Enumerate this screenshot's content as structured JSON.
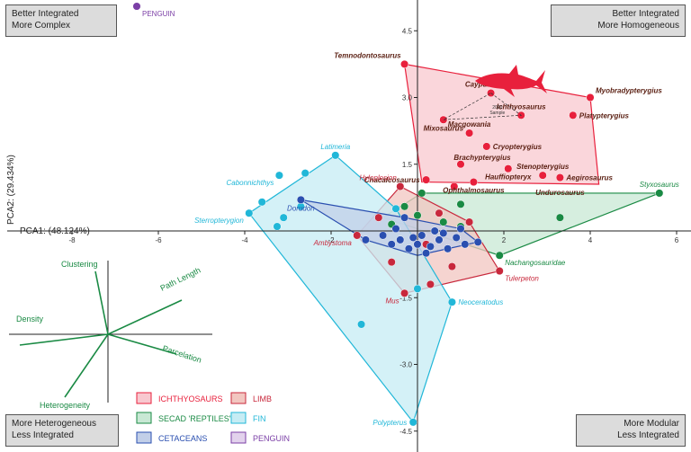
{
  "corners": {
    "top_left": [
      "Better Integrated",
      "More Complex"
    ],
    "top_right": [
      "Better Integrated",
      "More Homogeneous"
    ],
    "bottom_left": [
      "More Heterogeneous",
      "Less Integrated"
    ],
    "bottom_right": [
      "More Modular",
      "Less Integrated"
    ]
  },
  "chart_data": {
    "type": "scatter",
    "xlabel": "PCA1: (48.124%)",
    "ylabel": "PCA2: (29.434%)",
    "xlim": [
      -9.5,
      6.5
    ],
    "ylim": [
      -5.0,
      5.3
    ],
    "x_ticks": [
      -8,
      -6,
      -4,
      -2,
      2,
      4,
      6
    ],
    "x_tick_labels": [
      "-8",
      "-6",
      "-4",
      "-2",
      "2",
      "4",
      "6"
    ],
    "y_ticks": [
      4.5,
      3.0,
      1.5,
      -1.5,
      -3.0,
      -4.5
    ],
    "y_tick_labels": [
      "4.5",
      "3.0",
      "1.5",
      "-1.5",
      "-3.0",
      "-4.5"
    ],
    "series": [
      {
        "name": "ICHTHYOSAURS",
        "color": "#e8203c",
        "fill": "#f8c8cf",
        "hull": [
          [
            -0.3,
            3.75
          ],
          [
            4.0,
            3.0
          ],
          [
            4.2,
            1.05
          ],
          [
            0.1,
            1.1
          ]
        ],
        "points": [
          [
            -0.3,
            3.75
          ],
          [
            4.0,
            3.0
          ],
          [
            3.6,
            2.6
          ],
          [
            1.7,
            3.1
          ],
          [
            2.4,
            2.6
          ],
          [
            0.6,
            2.5
          ],
          [
            1.2,
            2.2
          ],
          [
            1.6,
            1.9
          ],
          [
            1.0,
            1.5
          ],
          [
            2.1,
            1.4
          ],
          [
            2.9,
            1.25
          ],
          [
            3.3,
            1.2
          ],
          [
            1.3,
            1.1
          ],
          [
            0.2,
            1.15
          ],
          [
            0.85,
            1.0
          ]
        ],
        "labels": [
          {
            "at": [
              -0.3,
              3.75
            ],
            "text": "Temnodontosaurus",
            "pos": "left-up"
          },
          {
            "at": [
              4.0,
              3.0
            ],
            "text": "Myobradypterygius",
            "pos": "right-up"
          },
          {
            "at": [
              3.6,
              2.6
            ],
            "text": "Platypterygius",
            "pos": "right"
          },
          {
            "at": [
              1.7,
              3.1
            ],
            "text": "Caypullisaurus",
            "pos": "top"
          },
          {
            "at": [
              2.4,
              2.6
            ],
            "text": "Ichthyosaurus",
            "pos": "top"
          },
          {
            "at": [
              0.6,
              2.5
            ],
            "text": "Mixosaurus",
            "pos": "below"
          },
          {
            "at": [
              1.2,
              2.2
            ],
            "text": "Macgowania",
            "pos": "top"
          },
          {
            "at": [
              1.6,
              1.9
            ],
            "text": "Cryopterygius",
            "pos": "right"
          },
          {
            "at": [
              1.5,
              1.6
            ],
            "text": "Brachypterygius",
            "pos": "text"
          },
          {
            "at": [
              2.9,
              1.25
            ],
            "text": "Stenopterygius",
            "pos": "top"
          },
          {
            "at": [
              3.3,
              1.2
            ],
            "text": "Aegirosaurus",
            "pos": "right"
          },
          {
            "at": [
              2.1,
              1.4
            ],
            "text": "Hauffiopteryx",
            "pos": "below"
          },
          {
            "at": [
              3.3,
              1.05
            ],
            "text": "Undurosaurus",
            "pos": "below"
          },
          {
            "at": [
              0.2,
              1.15
            ],
            "text": "Chacalcosaurus",
            "pos": "left"
          },
          {
            "at": [
              1.3,
              1.1
            ],
            "text": "Ophthalmosaurus",
            "pos": "below"
          }
        ]
      },
      {
        "name": "SECAD 'REPTILES'",
        "color": "#1a8a44",
        "fill": "#c8e8d4",
        "hull": [
          [
            -0.8,
            0.3
          ],
          [
            0.1,
            0.85
          ],
          [
            5.6,
            0.85
          ],
          [
            1.9,
            -0.55
          ]
        ],
        "points": [
          [
            5.6,
            0.85
          ],
          [
            0.1,
            0.85
          ],
          [
            1.9,
            -0.55
          ],
          [
            3.3,
            0.3
          ],
          [
            1.0,
            0.6
          ],
          [
            0.0,
            0.35
          ],
          [
            -0.6,
            0.15
          ],
          [
            0.6,
            0.2
          ],
          [
            1.0,
            0.1
          ],
          [
            -0.3,
            0.55
          ]
        ],
        "labels": [
          {
            "at": [
              5.6,
              0.85
            ],
            "text": "Styxosaurus",
            "pos": "top"
          },
          {
            "at": [
              1.9,
              -0.55
            ],
            "text": "Nachangosauridae",
            "pos": "right-down"
          }
        ]
      },
      {
        "name": "LIMB",
        "color": "#c8283c",
        "fill": "#f2c6c0",
        "hull": [
          [
            -0.4,
            1.0
          ],
          [
            -1.4,
            -0.1
          ],
          [
            -0.3,
            -1.4
          ],
          [
            1.9,
            -0.9
          ],
          [
            1.2,
            0.2
          ]
        ],
        "points": [
          [
            -0.4,
            1.0
          ],
          [
            -1.4,
            -0.1
          ],
          [
            -0.3,
            -1.4
          ],
          [
            1.9,
            -0.9
          ],
          [
            0.2,
            -0.3
          ],
          [
            -0.6,
            -0.7
          ],
          [
            0.8,
            -0.8
          ],
          [
            0.3,
            -1.2
          ],
          [
            1.2,
            0.2
          ],
          [
            0.5,
            0.4
          ],
          [
            -0.9,
            0.3
          ]
        ],
        "labels": [
          {
            "at": [
              -0.4,
              1.0
            ],
            "text": "Hyloplesion",
            "pos": "left-up"
          },
          {
            "at": [
              -1.4,
              -0.1
            ],
            "text": "Ambystoma",
            "pos": "left-down"
          },
          {
            "at": [
              -0.3,
              -1.4
            ],
            "text": "Mus",
            "pos": "left-down"
          },
          {
            "at": [
              1.9,
              -0.9
            ],
            "text": "Tulerpeton",
            "pos": "right-down"
          }
        ]
      },
      {
        "name": "FIN",
        "color": "#21b7d8",
        "fill": "#c6ecf4",
        "hull": [
          [
            -1.9,
            1.7
          ],
          [
            -3.9,
            0.4
          ],
          [
            -0.1,
            -4.3
          ],
          [
            0.8,
            -1.6
          ],
          [
            -0.5,
            0.5
          ]
        ],
        "points": [
          [
            -1.9,
            1.7
          ],
          [
            -3.2,
            1.25
          ],
          [
            -2.6,
            1.3
          ],
          [
            -3.6,
            0.65
          ],
          [
            -3.9,
            0.4
          ],
          [
            -3.1,
            0.3
          ],
          [
            -2.7,
            0.55
          ],
          [
            -3.25,
            0.1
          ],
          [
            -0.1,
            -4.3
          ],
          [
            0.8,
            -1.6
          ],
          [
            0.0,
            -1.3
          ],
          [
            -1.3,
            -2.1
          ],
          [
            -0.5,
            0.5
          ]
        ],
        "labels": [
          {
            "at": [
              -1.9,
              1.7
            ],
            "text": "Latimeria",
            "pos": "top"
          },
          {
            "at": [
              -3.2,
              1.25
            ],
            "text": "Cabonnichthys",
            "pos": "left-down"
          },
          {
            "at": [
              -3.9,
              0.4
            ],
            "text": "Sterropterygion",
            "pos": "left-down"
          },
          {
            "at": [
              0.8,
              -1.6
            ],
            "text": "Neoceratodus",
            "pos": "right"
          },
          {
            "at": [
              -0.1,
              -4.3
            ],
            "text": "Polypterus",
            "pos": "left"
          }
        ]
      },
      {
        "name": "CETACEANS",
        "color": "#2a4fb0",
        "fill": "#c2cfe8",
        "hull": [
          [
            -2.7,
            0.7
          ],
          [
            -1.2,
            -0.2
          ],
          [
            0.0,
            -0.55
          ],
          [
            1.4,
            -0.25
          ],
          [
            1.0,
            0.05
          ],
          [
            -0.3,
            0.3
          ]
        ],
        "points": [
          [
            -2.7,
            0.7
          ],
          [
            -1.2,
            -0.2
          ],
          [
            -0.8,
            -0.1
          ],
          [
            -0.6,
            -0.3
          ],
          [
            -0.4,
            -0.2
          ],
          [
            -0.2,
            -0.4
          ],
          [
            0.0,
            -0.3
          ],
          [
            0.1,
            -0.1
          ],
          [
            0.3,
            -0.35
          ],
          [
            0.5,
            -0.2
          ],
          [
            0.7,
            -0.4
          ],
          [
            0.9,
            -0.15
          ],
          [
            1.1,
            -0.3
          ],
          [
            1.4,
            -0.25
          ],
          [
            0.2,
            -0.5
          ],
          [
            -0.1,
            -0.15
          ],
          [
            0.6,
            -0.05
          ],
          [
            -0.5,
            0.05
          ],
          [
            1.0,
            0.05
          ],
          [
            -0.3,
            0.3
          ],
          [
            0.4,
            0.0
          ]
        ],
        "labels": [
          {
            "at": [
              -2.7,
              0.7
            ],
            "text": "Dorudon",
            "pos": "below"
          }
        ]
      },
      {
        "name": "PENGUIN",
        "color": "#7b3fa6",
        "fill": "#e2d2ec",
        "hull": [],
        "points": [
          [
            -6.5,
            5.05
          ]
        ],
        "labels": [
          {
            "at": [
              -6.5,
              5.05
            ],
            "text": "PENGUIN",
            "pos": "right-down"
          }
        ]
      }
    ],
    "annotations": [
      {
        "text": "2020",
        "at": [
          1.85,
          2.75
        ]
      },
      {
        "text": "Sample",
        "at": [
          1.85,
          2.63
        ]
      }
    ],
    "loadings": [
      {
        "name": "Clustering",
        "dx": -14,
        "dy": -70
      },
      {
        "name": "Density",
        "dx": -98,
        "dy": 12
      },
      {
        "name": "Path Length",
        "dx": 82,
        "dy": -38
      },
      {
        "name": "Parcelation",
        "dx": 76,
        "dy": 22
      },
      {
        "name": "Heterogeneity",
        "dx": -48,
        "dy": 70
      }
    ],
    "legend": [
      {
        "label": "ICHTHYOSAURS",
        "color": "#e8203c",
        "fill": "#f8c8cf"
      },
      {
        "label": "LIMB",
        "color": "#c8283c",
        "fill": "#f2c6c0"
      },
      {
        "label": "SECAD 'REPTILES'",
        "color": "#1a8a44",
        "fill": "#c8e8d4"
      },
      {
        "label": "FIN",
        "color": "#21b7d8",
        "fill": "#c6ecf4"
      },
      {
        "label": "CETACEANS",
        "color": "#2a4fb0",
        "fill": "#c2cfe8"
      },
      {
        "label": "PENGUIN",
        "color": "#7b3fa6",
        "fill": "#e2d2ec"
      }
    ],
    "legend_position": "bottom-center",
    "grid": false
  }
}
